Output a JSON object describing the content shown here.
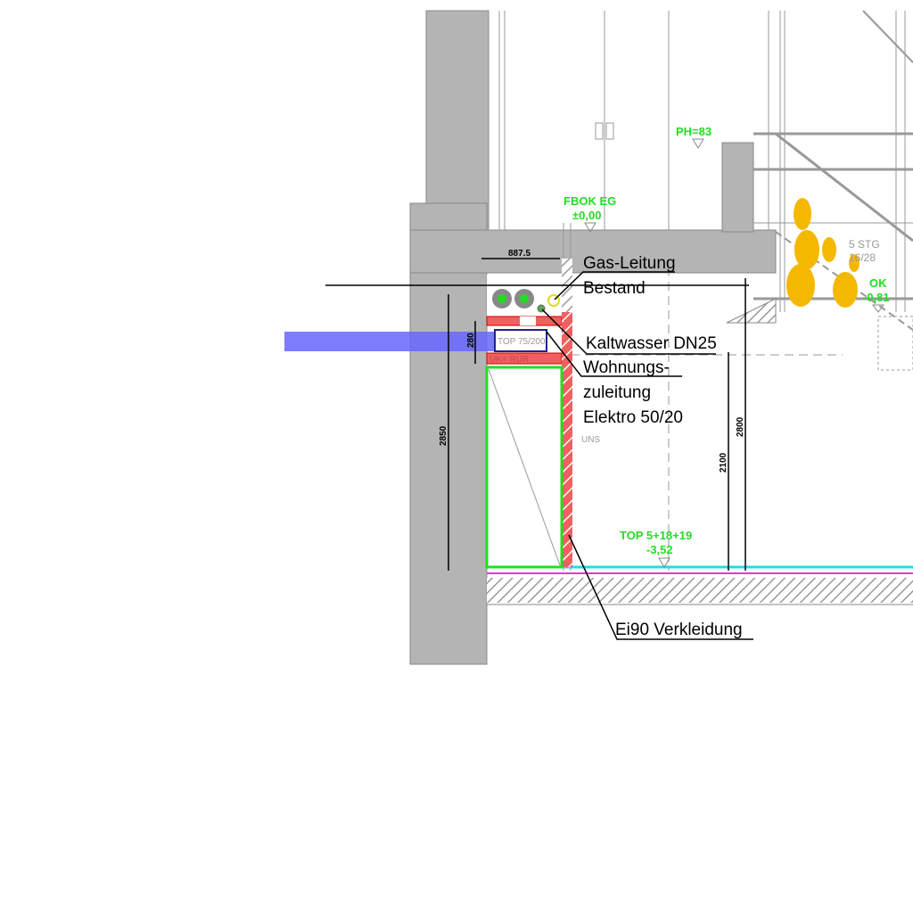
{
  "labels": {
    "gas_1": "Gas-Leitung",
    "gas_2": "Bestand",
    "kaltwasser": "Kaltwasser DN25",
    "wohnung_1": "Wohnungs-",
    "wohnung_2": "zuleitung",
    "wohnung_3": "Elektro 50/20",
    "ei90": "Ei90 Verkleidung"
  },
  "levels": {
    "ph": "PH=83",
    "fbok_1": "FBOK EG",
    "fbok_2": "±0,00",
    "top_1": "TOP 5+18+19",
    "top_2": "-3,52",
    "ok_1": "OK",
    "ok_2": "-0,81"
  },
  "dimensions": {
    "width_top": "887.5",
    "d280": "280",
    "d2850": "2850",
    "d2100": "2100",
    "d2800": "2800"
  },
  "notes": {
    "top_duct": "TOP 75/200",
    "uk": "UK= RUR",
    "stair_1": "5 STG",
    "stair_2": "16/28",
    "uns": "UNS"
  },
  "colors": {
    "wall": "#b4b4b4",
    "green": "#22dd22",
    "red": "#f06060",
    "blue": "#6666ff",
    "plant": "#f5b800"
  }
}
